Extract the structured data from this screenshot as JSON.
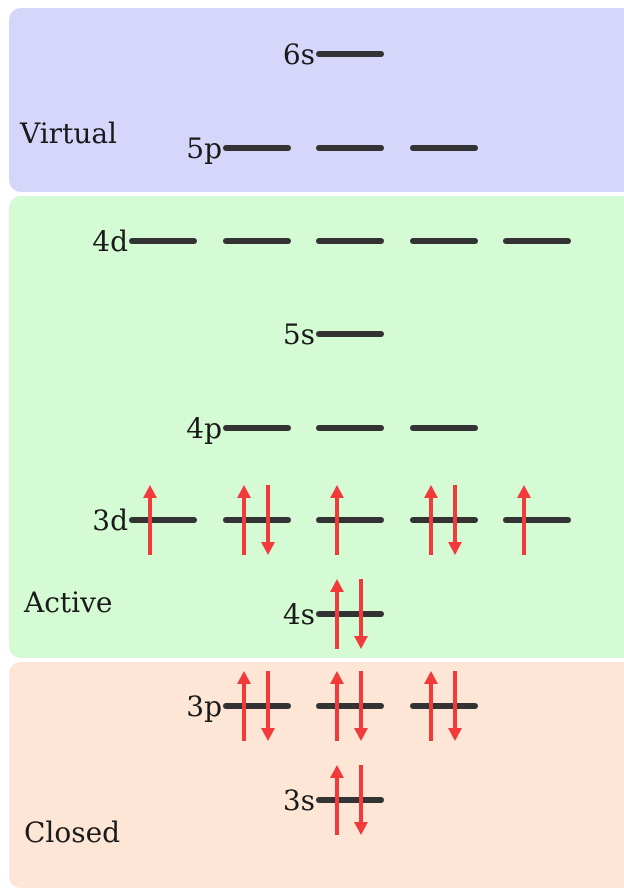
{
  "regions": [
    {
      "id": "virtual",
      "label": "Virtual",
      "color": "#d6d6fb"
    },
    {
      "id": "active",
      "label": "Active",
      "color": "#d4fbd4"
    },
    {
      "id": "closed",
      "label": "Closed",
      "color": "#fde6d6"
    }
  ],
  "orbitals": [
    {
      "id": "6s",
      "label": "6s",
      "region": "virtual",
      "count": 1,
      "electrons": [
        0
      ]
    },
    {
      "id": "5p",
      "label": "5p",
      "region": "virtual",
      "count": 3,
      "electrons": [
        0,
        0,
        0
      ]
    },
    {
      "id": "4d",
      "label": "4d",
      "region": "active",
      "count": 5,
      "electrons": [
        0,
        0,
        0,
        0,
        0
      ]
    },
    {
      "id": "5s",
      "label": "5s",
      "region": "active",
      "count": 1,
      "electrons": [
        0
      ]
    },
    {
      "id": "4p",
      "label": "4p",
      "region": "active",
      "count": 3,
      "electrons": [
        0,
        0,
        0
      ]
    },
    {
      "id": "3d",
      "label": "3d",
      "region": "active",
      "count": 5,
      "electrons": [
        1,
        2,
        1,
        2,
        1
      ]
    },
    {
      "id": "4s",
      "label": "4s",
      "region": "active",
      "count": 1,
      "electrons": [
        2
      ]
    },
    {
      "id": "3p",
      "label": "3p",
      "region": "closed",
      "count": 3,
      "electrons": [
        2,
        2,
        2
      ]
    },
    {
      "id": "3s",
      "label": "3s",
      "region": "closed",
      "count": 1,
      "electrons": [
        2
      ]
    }
  ],
  "colors": {
    "level": "#333333",
    "electron": "#f23a3a"
  },
  "icons": {
    "up": "arrow-up-icon",
    "down": "arrow-down-icon"
  }
}
